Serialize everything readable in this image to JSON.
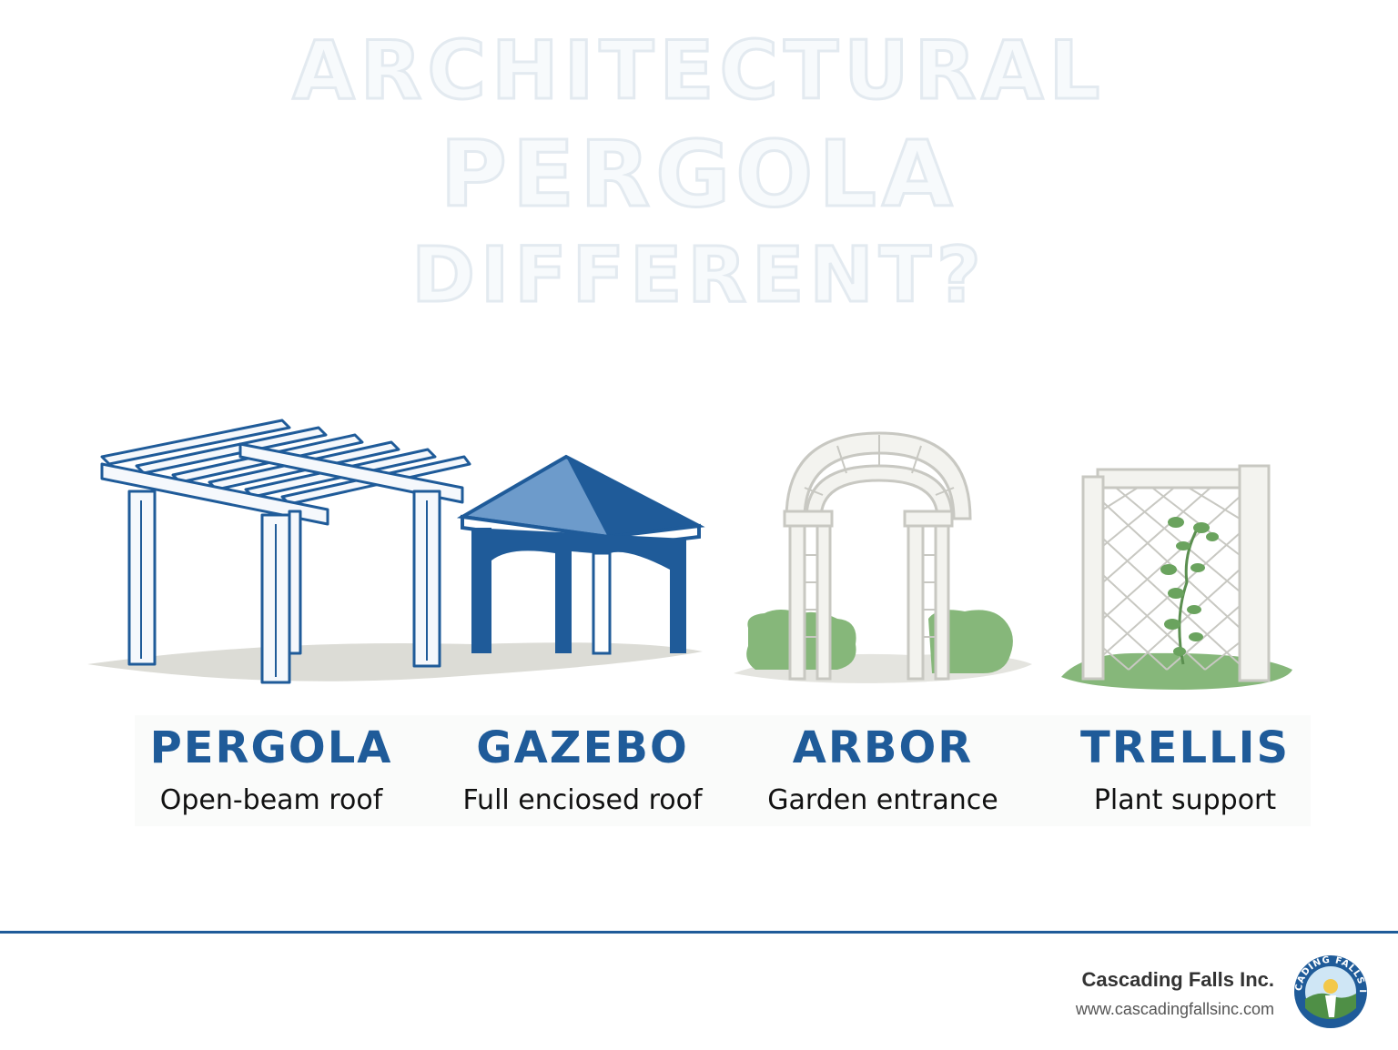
{
  "headline": {
    "line1": "ARCHITECTURAL",
    "line2": "PERGOLA",
    "line3": "DIFFERENT?"
  },
  "structures": [
    {
      "title": "PERGOLA",
      "subtitle": "Open-beam roof",
      "icon": "pergola-icon"
    },
    {
      "title": "GAZEBO",
      "subtitle": "Full enciosed roof",
      "icon": "gazebo-icon"
    },
    {
      "title": "ARBOR",
      "subtitle": "Garden entrance",
      "icon": "arbor-icon"
    },
    {
      "title": "TRELLIS",
      "subtitle": "Plant support",
      "icon": "trellis-icon"
    }
  ],
  "footer": {
    "company": "Cascading Falls Inc.",
    "url": "www.cascadingfallsinc.com",
    "logo_text": "CASCADING FALLS INC."
  },
  "colors": {
    "accent_blue": "#1f5b99",
    "headline_fill": "#f7fafc",
    "plant_green": "#7fb070",
    "structure_white": "#f2f2ee"
  }
}
